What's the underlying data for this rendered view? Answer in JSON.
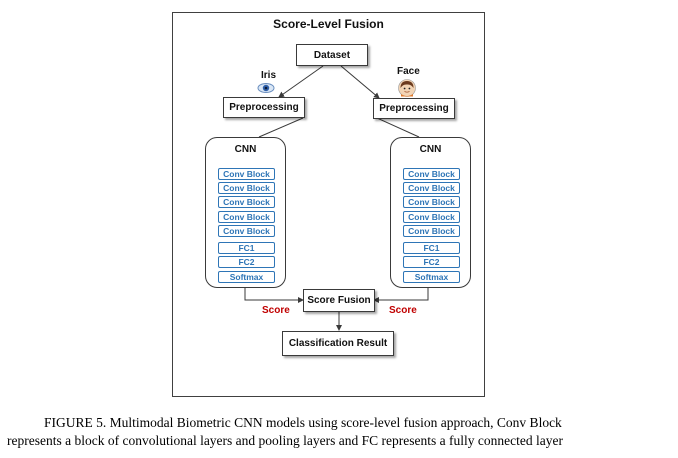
{
  "diagram": {
    "title": "Score-Level Fusion",
    "dataset": "Dataset",
    "left": {
      "modality": "Iris",
      "preprocessing": "Preprocessing",
      "cnn_title": "CNN",
      "layers": [
        "Conv Block",
        "Conv Block",
        "Conv Block",
        "Conv Block",
        "Conv Block",
        "FC1",
        "FC2",
        "Softmax"
      ],
      "score": "Score"
    },
    "right": {
      "modality": "Face",
      "preprocessing": "Preprocessing",
      "cnn_title": "CNN",
      "layers": [
        "Conv Block",
        "Conv Block",
        "Conv Block",
        "Conv Block",
        "Conv Block",
        "FC1",
        "FC2",
        "Softmax"
      ],
      "score": "Score"
    },
    "score_fusion": "Score Fusion",
    "classification": "Classification Result"
  },
  "caption": {
    "line1": "FIGURE 5. Multimodal Biometric CNN models using score-level fusion approach, Conv Block",
    "line2": "represents a block of convolutional layers and pooling layers and FC represents a fully connected layer"
  },
  "colors": {
    "layer_blue": "#2e75b6",
    "score_red": "#c00000"
  },
  "icons": {
    "iris": "eye-icon",
    "face": "face-avatar-icon"
  }
}
